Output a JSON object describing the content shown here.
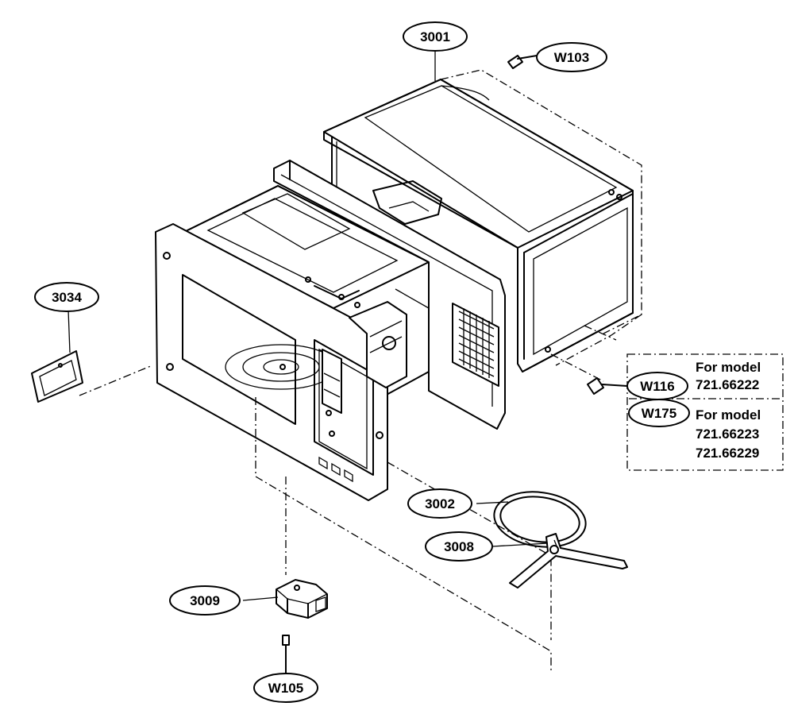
{
  "callouts": {
    "c3001": "3001",
    "w103": "W103",
    "c3034": "3034",
    "w116": "W116",
    "w175": "W175",
    "c3002": "3002",
    "c3008": "3008",
    "c3009": "3009",
    "w105": "W105"
  },
  "model_note": {
    "line1": "For model",
    "line2": "721.66222",
    "line3": "For model",
    "line4": "721.66223",
    "line5": "721.66229"
  }
}
